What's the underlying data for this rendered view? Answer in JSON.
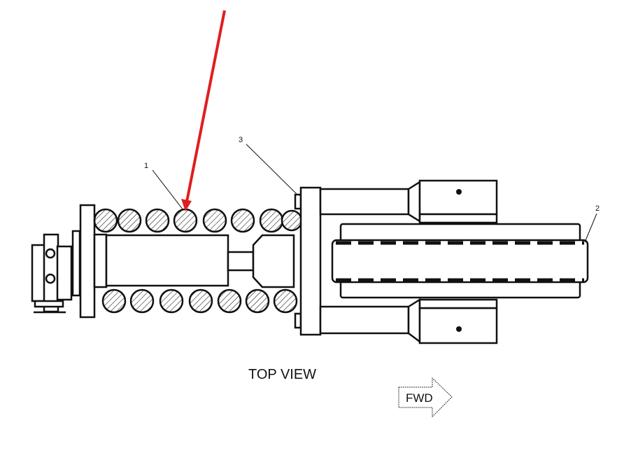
{
  "diagram": {
    "view_title": "TOP VIEW",
    "direction_label": "FWD",
    "callouts": [
      "1",
      "2",
      "3"
    ],
    "highlight_arrow_color": "#e01e1e",
    "line_color": "#111111"
  }
}
